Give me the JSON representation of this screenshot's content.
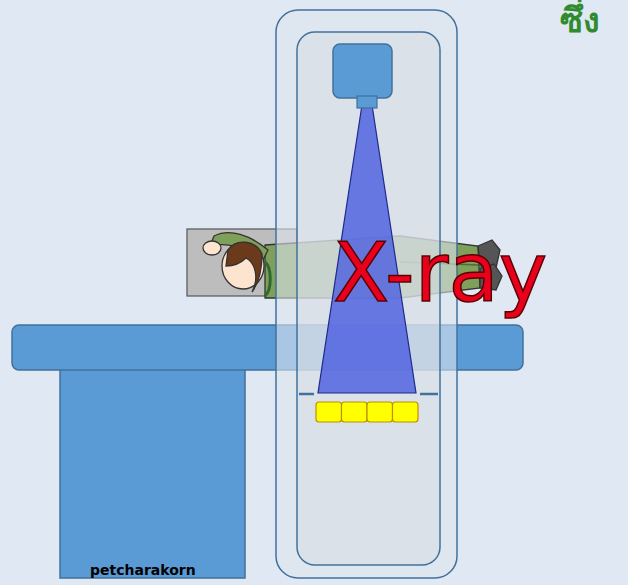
{
  "diagram": {
    "labels": [
      "ซึ่ง",
      "X-ray",
      "petcharakorn"
    ]
  }
}
